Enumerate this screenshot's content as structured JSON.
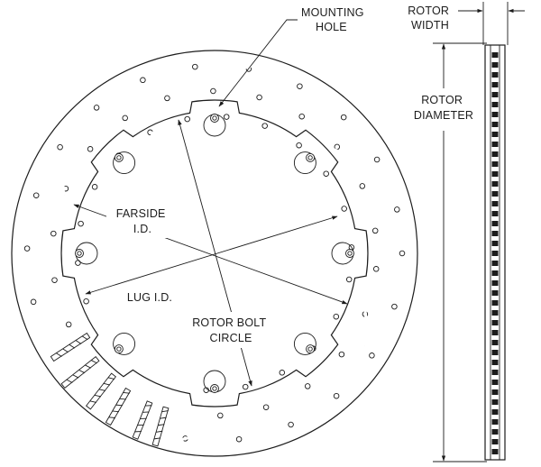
{
  "labels": {
    "mounting_hole": [
      "MOUNTING",
      "HOLE"
    ],
    "rotor_width": [
      "ROTOR",
      "WIDTH"
    ],
    "rotor_diameter": [
      "ROTOR",
      "DIAMETER"
    ],
    "farside_id": [
      "FARSIDE",
      "I.D."
    ],
    "lug_id": "LUG I.D.",
    "rotor_bolt_circle": [
      "ROTOR BOLT",
      "CIRCLE"
    ]
  },
  "colors": {
    "line": "#1c1c1c",
    "background": "#ffffff"
  },
  "counts": {
    "mounting_lugs": 8,
    "curved_slots": 6
  }
}
